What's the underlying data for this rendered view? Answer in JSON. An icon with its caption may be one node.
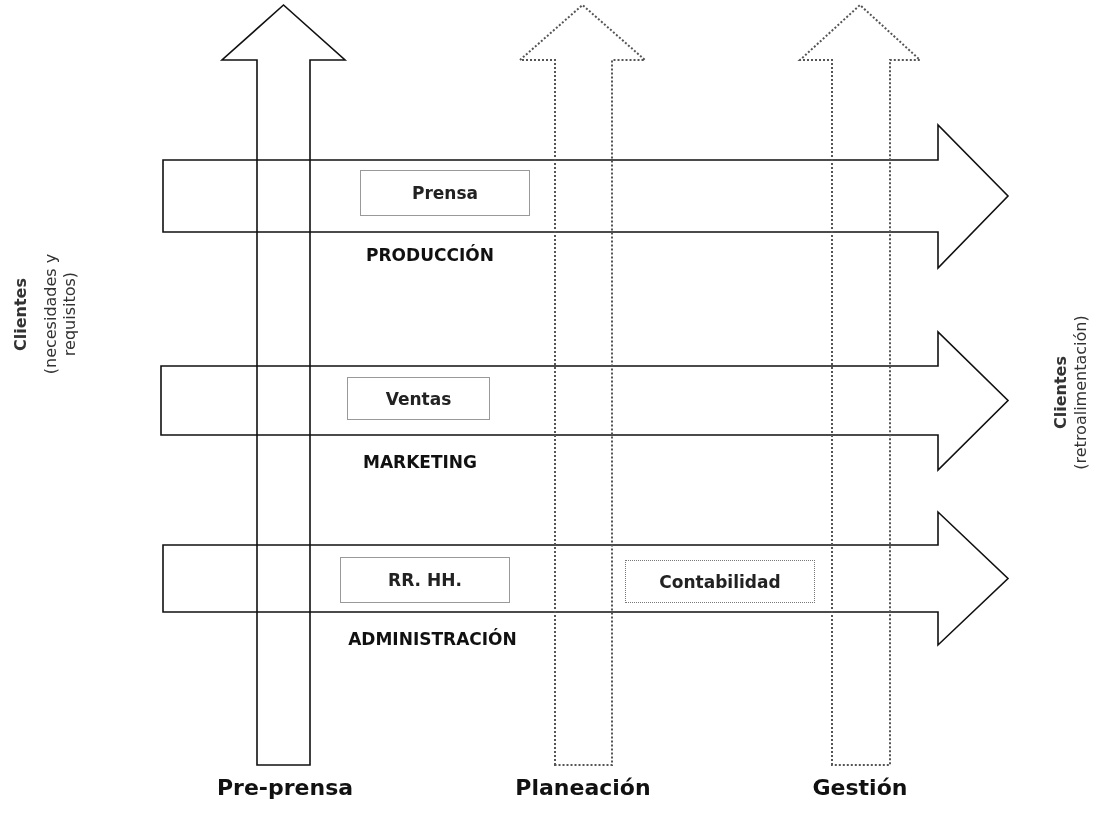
{
  "diagram": {
    "nodes": [
      {
        "text": [
          "Pre-prensa"
        ]
      },
      {
        "text": [
          "Planeación"
        ]
      },
      {
        "text": [
          "Gestión"
        ]
      },
      {
        "text": [
          "PRODUCCIÓN"
        ]
      },
      {
        "text": [
          "Prensa"
        ],
        "in": 3
      },
      {
        "text": [
          "MARKETING"
        ]
      },
      {
        "text": [
          "Ventas"
        ],
        "in": 5
      },
      {
        "text": [
          "ADMINISTRACIÓN"
        ]
      },
      {
        "text": [
          "RR. HH."
        ],
        "in": 7
      },
      {
        "text": [
          "Contabilidad"
        ],
        "in": 7
      }
    ],
    "labels": [
      "Clientes",
      "(necesidades y requisitos)",
      "Clientes",
      "(retroalimentación)"
    ]
  }
}
